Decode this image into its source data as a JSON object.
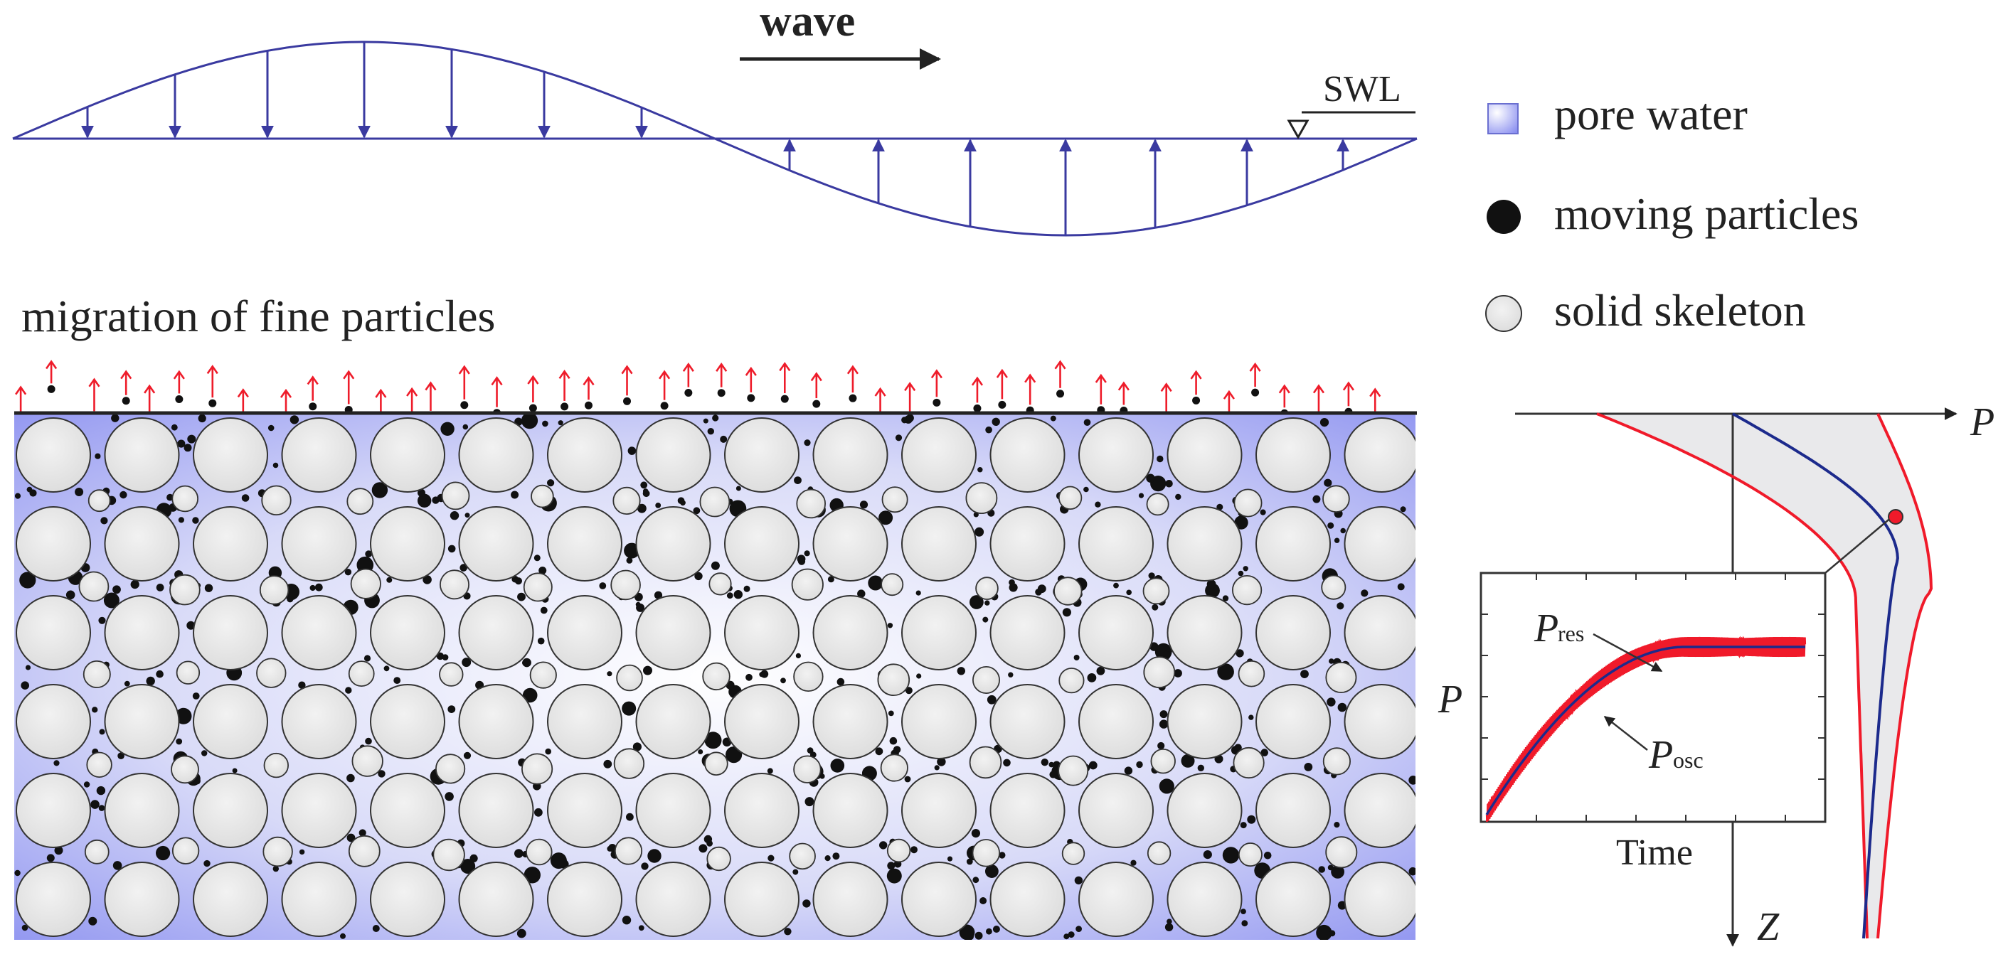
{
  "wave_panel": {
    "wave_label": "wave",
    "swl_label": "SWL"
  },
  "bed_panel": {
    "title": "migration of fine particles"
  },
  "legend": {
    "items": [
      {
        "label": "pore water",
        "swatch": "pore-water",
        "color": "#8a8ff0"
      },
      {
        "label": "moving particles",
        "swatch": "moving-particles",
        "color": "#111111"
      },
      {
        "label": "solid skeleton",
        "swatch": "solid-skeleton",
        "color": "#e6e6e6"
      }
    ]
  },
  "pressure_profile": {
    "axis_p": "P",
    "axis_z": "Z",
    "inset": {
      "y_label": "P",
      "x_label": "Time",
      "res_label_main": "P",
      "res_label_sub": "res",
      "osc_label_main": "P",
      "osc_label_sub": "osc"
    }
  },
  "colors": {
    "wave_line": "#3a3aa0",
    "red_curve": "#f01a2a",
    "blue_curve": "#1c2a8c",
    "envelope_fill": "#e9e9eb",
    "arrow_red": "#ee1c2a"
  }
}
